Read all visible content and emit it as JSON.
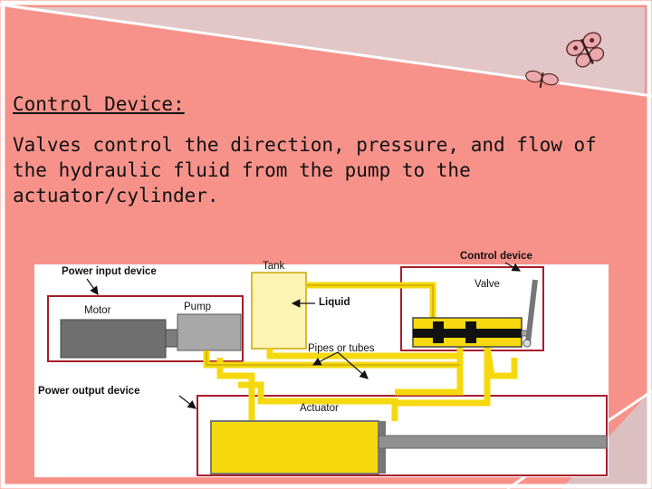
{
  "slide": {
    "heading": "Control Device:",
    "body": "Valves control the direction, pressure, and flow of the hydraulic fluid from the pump to the actuator/cylinder."
  },
  "diagram": {
    "labels": {
      "power_input_device": "Power input device",
      "motor": "Motor",
      "pump": "Pump",
      "tank": "Tank",
      "liquid": "Liquid",
      "control_device": "Control device",
      "valve": "Valve",
      "pipes_or_tubes": "Pipes or tubes",
      "power_output_device": "Power output device",
      "actuator": "Actuator"
    }
  },
  "colors": {
    "slide_background": "#f7928a",
    "upper_band": "#e5cacb",
    "fluid_yellow": "#f5d90e",
    "tank_yellow": "#fdf3b5",
    "motor_gray": "#6f6f6f",
    "callout_red": "#a71d2a"
  },
  "decorations": {
    "butterfly_icon": "butterfly-icon"
  }
}
